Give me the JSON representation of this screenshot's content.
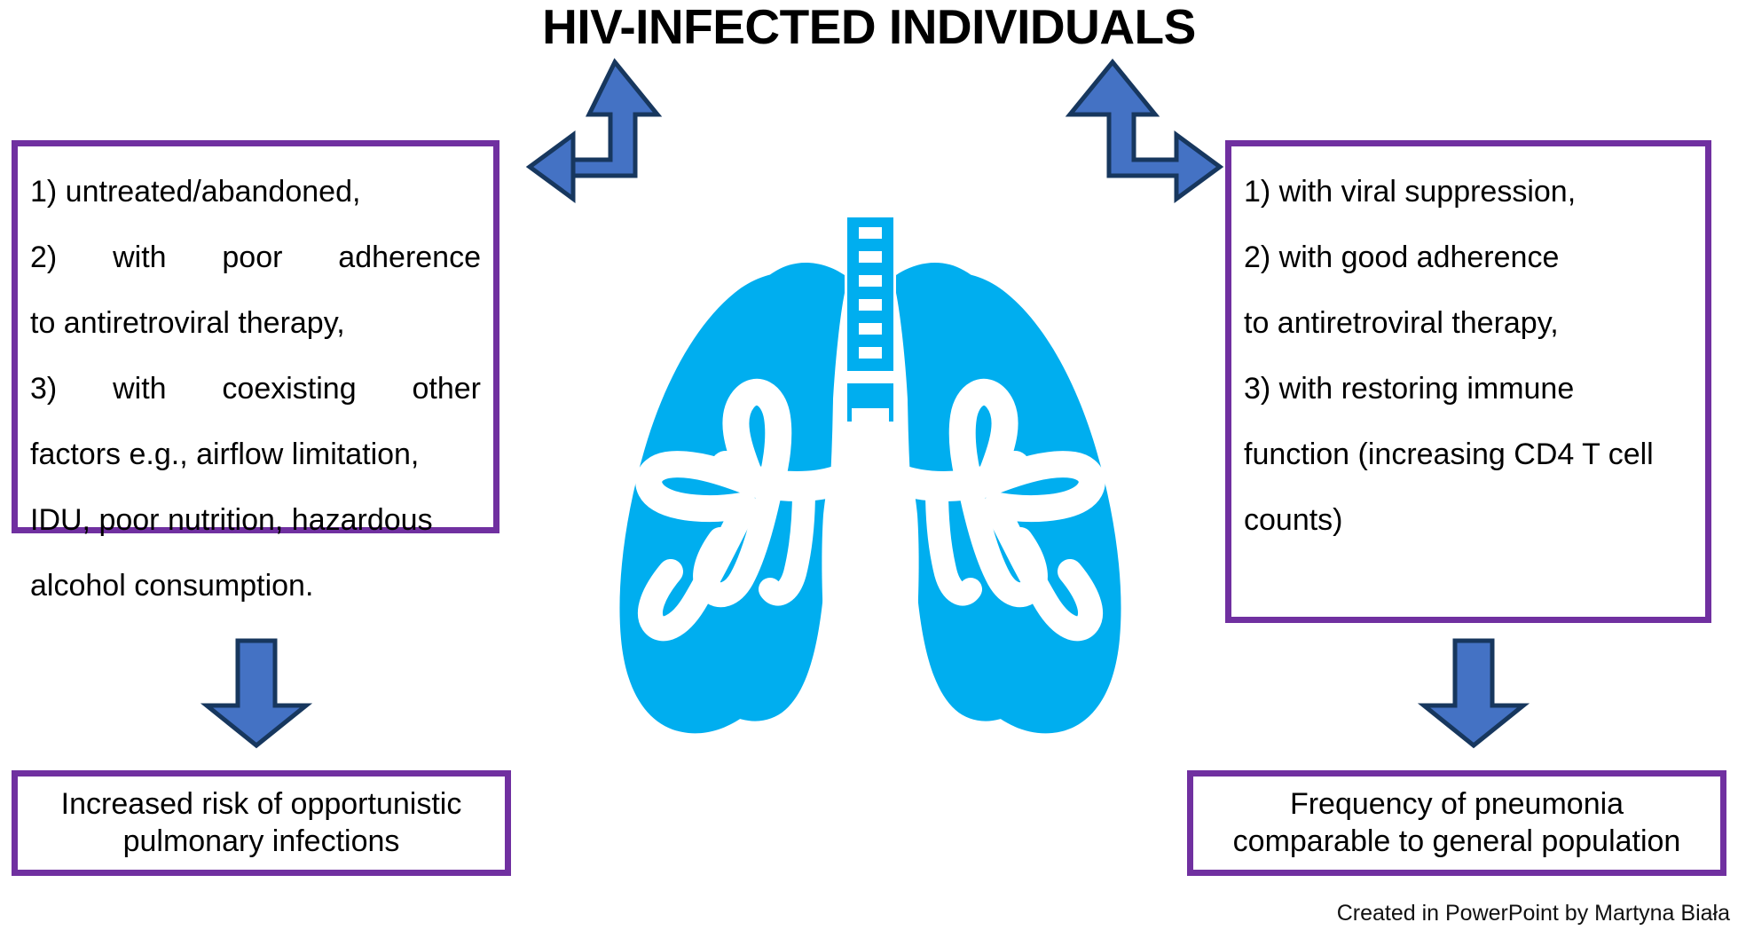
{
  "title": "HIV-INFECTED INDIVIDUALS",
  "colors": {
    "box_border_purple": "#7030A0",
    "arrow_fill_blue": "#4472C4",
    "arrow_outline_navy": "#17375E",
    "lung_blue": "#00AEEF",
    "text_black": "#000000",
    "background": "#FFFFFF"
  },
  "left_branch": {
    "box_lines": [
      "1) untreated/abandoned,",
      "2)   with   poor   adherence",
      "to antiretroviral therapy,",
      "3)    with   coexisting   other",
      "factors e.g., airflow limitation,",
      "IDU, poor nutrition, hazardous",
      "alcohol consumption."
    ],
    "justified_flags": [
      false,
      true,
      false,
      true,
      false,
      false,
      false
    ],
    "outcome_lines": [
      "Increased risk of opportunistic",
      "pulmonary infections"
    ]
  },
  "right_branch": {
    "box_lines": [
      "1) with viral suppression,",
      "2) with good adherence",
      "to antiretroviral therapy,",
      "3) with restoring immune",
      "function (increasing CD4 T cell",
      "counts)"
    ],
    "justified_flags": [
      false,
      false,
      false,
      false,
      false,
      false
    ],
    "outcome_lines": [
      "Frequency of pneumonia",
      "comparable to general population"
    ]
  },
  "center_icon": {
    "name": "lungs-icon",
    "description": "Stylized blue lungs with trachea and bronchial tree"
  },
  "arrows": {
    "top_left": "bent-arrow-up-left",
    "top_right": "bent-arrow-up-right",
    "bottom_left": "arrow-down",
    "bottom_right": "arrow-down"
  },
  "credit": "Created in PowerPoint by Martyna Biała"
}
